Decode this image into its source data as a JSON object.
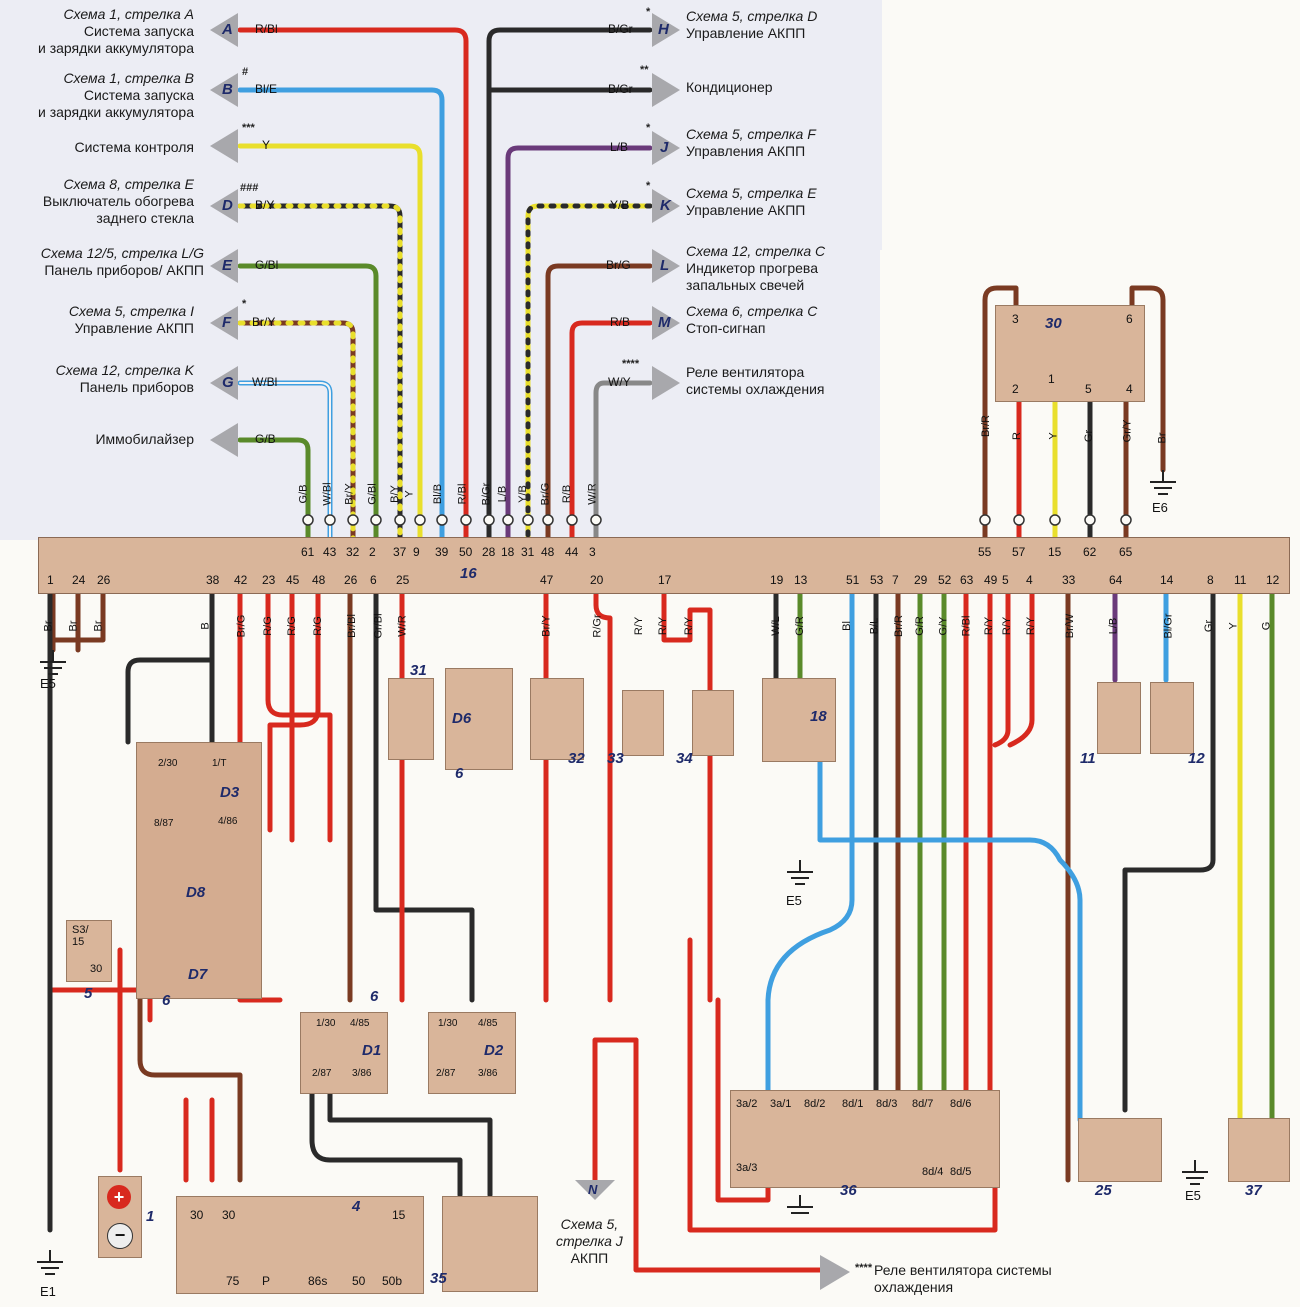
{
  "left_connectors": [
    {
      "ref": "Схема 1, стрелка A",
      "title": "Система запуска\nи зарядки аккумулятора",
      "letter": "A",
      "code": "R/Bl",
      "star": ""
    },
    {
      "ref": "Схема 1, стрелка B",
      "title": "Система запуска\nи зарядки аккумулятора",
      "letter": "B",
      "code": "Bl/E",
      "star": "#"
    },
    {
      "ref": "",
      "title": "Система контроля",
      "letter": "",
      "code": "Y",
      "star": "***"
    },
    {
      "ref": "Схема 8, стрелка E",
      "title": "Выключатель обогрева\nзаднего стекла",
      "letter": "D",
      "code": "B/Y",
      "star": "###"
    },
    {
      "ref": "Схема 12/5, стрелка L/G",
      "title": "Панель приборов/ АКПП",
      "letter": "E",
      "code": "G/Bl",
      "star": ""
    },
    {
      "ref": "Схема 5, стрелка I",
      "title": "Управление АКПП",
      "letter": "F",
      "code": "Br/Y",
      "star": "*"
    },
    {
      "ref": "Схема 12, стрелка K",
      "title": "Панель приборов",
      "letter": "G",
      "code": "W/Bl",
      "star": ""
    },
    {
      "ref": "",
      "title": "Иммобилайзер",
      "letter": "",
      "code": "G/B",
      "star": ""
    }
  ],
  "right_connectors": [
    {
      "ref": "Схема 5, стрелка D",
      "title": "Управление АКПП",
      "letter": "H",
      "code": "B/Gr",
      "star": "*"
    },
    {
      "ref": "",
      "title": "Кондиционер",
      "letter": "",
      "code": "B/Gr",
      "star": "**"
    },
    {
      "ref": "Схема 5, стрелка F",
      "title": "Управления АКПП",
      "letter": "J",
      "code": "L/B",
      "star": "*"
    },
    {
      "ref": "Схема 5, стрелка E",
      "title": "Управление АКПП",
      "letter": "K",
      "code": "Y/B",
      "star": "*"
    },
    {
      "ref": "Схема 12, стрелка C",
      "title": "Индикетор прогрева\nзапальных свечей",
      "letter": "L",
      "code": "Br/G",
      "star": ""
    },
    {
      "ref": "Схема 6, стрелка C",
      "title": "Стоп-сигнап",
      "letter": "M",
      "code": "R/B",
      "star": ""
    },
    {
      "ref": "",
      "title": "Реле вентилятора\nсистемы охлаждения",
      "letter": "",
      "code": "W/Y",
      "star": "****"
    }
  ],
  "bus": {
    "name": "16",
    "top_pins": [
      "61",
      "43",
      "32",
      "2",
      "37",
      "9",
      "39",
      "50",
      "28",
      "18",
      "31",
      "48",
      "44",
      "3",
      "55",
      "57",
      "15",
      "62",
      "65"
    ],
    "top_codes": [
      "G/B",
      "W/Bl",
      "Br/Y",
      "G/Bl",
      "B/Y",
      "Y",
      "Bl/B",
      "R/Bl",
      "B/Gr",
      "L/B",
      "Y/B",
      "Br/G",
      "R/B",
      "W/R"
    ],
    "bottom_pins": [
      "1",
      "24",
      "26",
      "38",
      "42",
      "23",
      "45",
      "48",
      "26",
      "6",
      "25",
      "47",
      "20",
      "17",
      "19",
      "13",
      "51",
      "53",
      "7",
      "29",
      "52",
      "63",
      "49",
      "5",
      "4",
      "33",
      "64",
      "14",
      "8",
      "11",
      "12"
    ]
  },
  "components": {
    "c30": "30",
    "c31": "31",
    "c32": "32",
    "c33": "33",
    "c34": "34",
    "c18": "18",
    "c11": "11",
    "c12": "12",
    "d3": "D3",
    "d6": "D6",
    "d8": "D8",
    "d7": "D7",
    "d1": "D1",
    "d2": "D2",
    "c5": "5",
    "c6a": "6",
    "c6b": "6",
    "c6c": "6",
    "c1": "1",
    "c4": "4",
    "c35": "35",
    "c36": "36",
    "c25": "25",
    "c37": "37"
  },
  "pins30": [
    "3",
    "6",
    "2",
    "1",
    "5",
    "4"
  ],
  "codes30": [
    "Br/R",
    "R",
    "Y",
    "Gr",
    "Gr/Y",
    "Br"
  ],
  "grounds": [
    "E5",
    "E6",
    "E5",
    "E5",
    "E1"
  ],
  "relay_labels": {
    "d3_pins": [
      "2/30",
      "1/T",
      "8/87",
      "4/86"
    ],
    "d1_pins": [
      "1/30",
      "4/85",
      "2/87",
      "3/86"
    ],
    "d2_pins": [
      "1/30",
      "4/85",
      "2/87",
      "3/86"
    ],
    "s3": "S3/\n15",
    "s3b": "30"
  },
  "c4_pins": [
    "30",
    "30",
    "15",
    "75",
    "P",
    "86s",
    "50",
    "50b"
  ],
  "c36_pins": [
    "3a/2",
    "3a/1",
    "8d/2",
    "8d/1",
    "8d/3",
    "8d/7",
    "8d/6",
    "3a/3",
    "8d/4",
    "8d/5"
  ],
  "bottom_right": {
    "ref": "Схема 5,\nстрелка J",
    "title": "АКПП",
    "arrow_n": "N"
  },
  "bottom_note": {
    "star": "****",
    "text": "Реле вентилятора системы\nохлаждения"
  },
  "bus_bottom_codes": [
    "Br",
    "Br",
    "Br",
    "B",
    "Br/G",
    "R/G",
    "R/G",
    "R/G",
    "Br/Bl",
    "Gr/Bl",
    "W/R",
    "Br/Y",
    "R/Gr",
    "R/Y",
    "R/Y",
    "R/Y",
    "W/L",
    "G/R",
    "Bl",
    "B/L",
    "Br/R",
    "G/R",
    "G/Y",
    "R/Bl",
    "R/Y",
    "R/Y",
    "R/Y",
    "Br/W",
    "L/B",
    "Bl/Gr",
    "Gr",
    "Y",
    "G"
  ],
  "colors": {
    "red": "#d8291e",
    "blue": "#3f9fe0",
    "black": "#2a2a2a",
    "yellow": "#e9df2c",
    "green": "#5a8a2a",
    "brown": "#7a3a22",
    "purple": "#6a3a7a",
    "white": "#f4f4f4",
    "bus": "#d9b59a"
  }
}
